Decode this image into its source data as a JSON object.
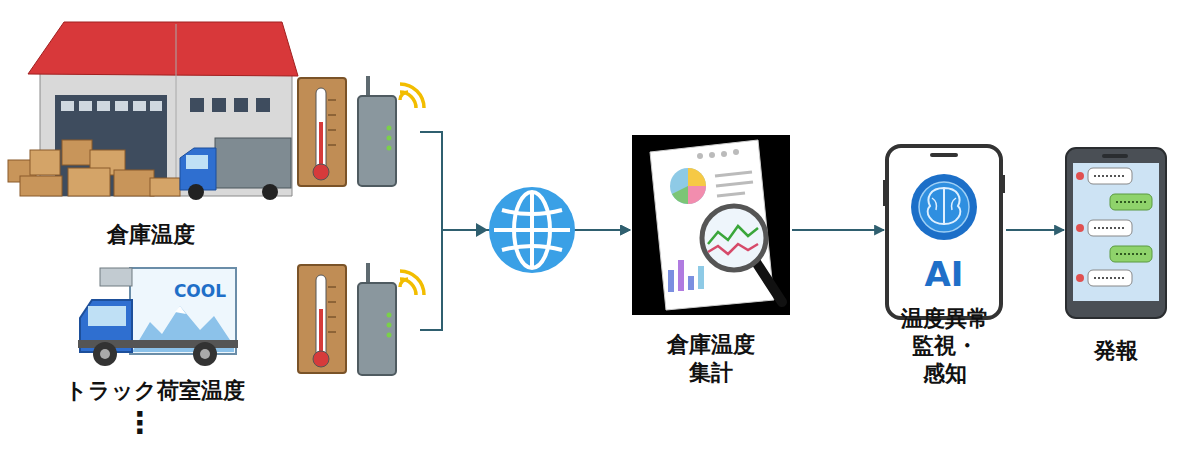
{
  "diagram": {
    "nodes": [
      {
        "text": [
          "倉庫温度"
        ]
      },
      {
        "text": [
          "COOL",
          "トラック荷室温度"
        ]
      },
      {
        "text": [
          "倉庫温度 集計"
        ]
      },
      {
        "text": [
          "AI",
          "温度異常 監視・感知"
        ]
      },
      {
        "text": [
          "発報"
        ]
      }
    ],
    "edges": [
      {
        "from": 0,
        "to": 2,
        "arrow": "to"
      },
      {
        "from": 1,
        "to": 2,
        "arrow": "to"
      },
      {
        "from": 2,
        "to": 3,
        "arrow": "to"
      },
      {
        "from": 3,
        "to": 4,
        "arrow": "to"
      }
    ],
    "labels": [
      "⋮"
    ]
  }
}
